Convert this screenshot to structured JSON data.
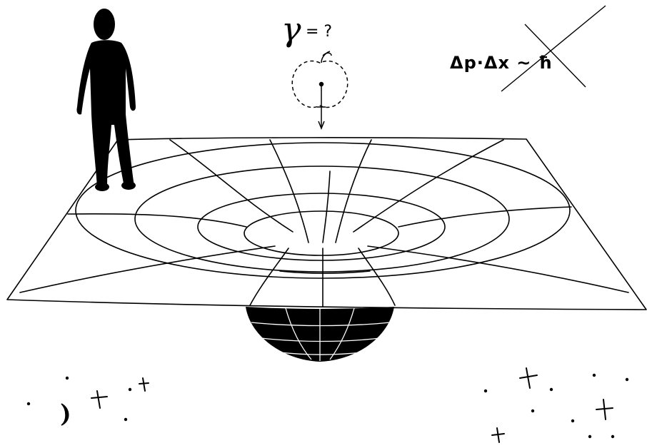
{
  "illustration": {
    "gamma_symbol": "γ",
    "gamma_suffix": "= ?",
    "uncertainty_text": "Δp·Δx ~ ħ",
    "icons": [
      "human-silhouette",
      "apple-icon",
      "spacetime-grid",
      "black-hole-sphere",
      "star-icon",
      "moon-icon",
      "cross-out-mark"
    ],
    "ink_color": "#000000",
    "paper_color": "#ffffff"
  }
}
